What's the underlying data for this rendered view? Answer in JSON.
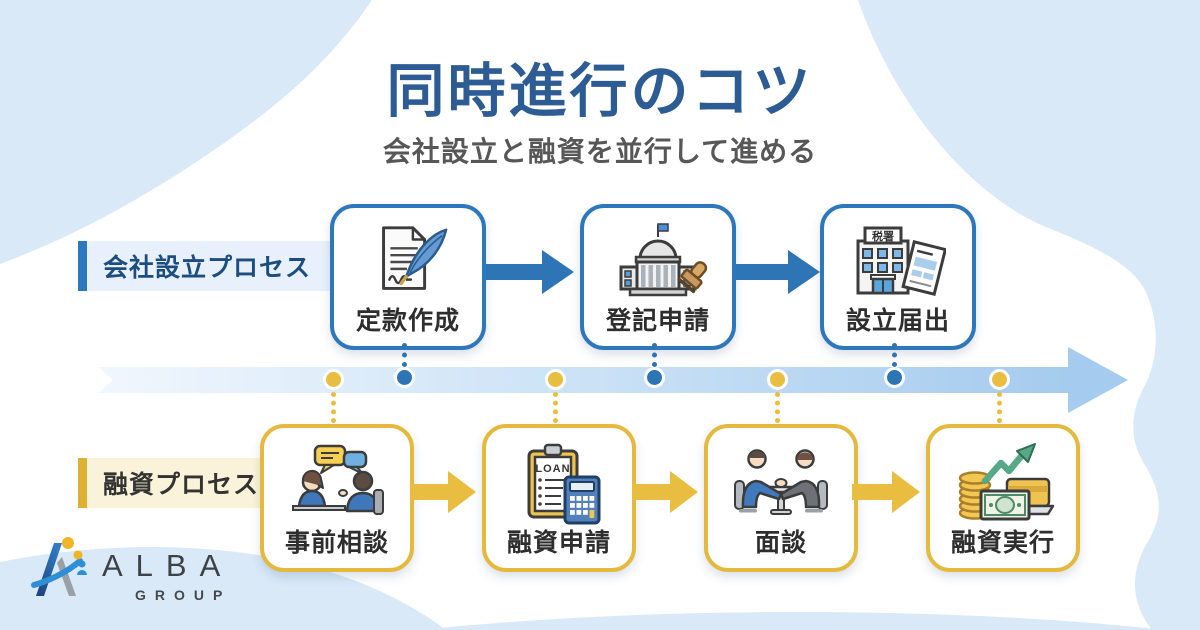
{
  "page": {
    "title": "同時進行のコツ",
    "subtitle": "会社設立と融資を並行して進める"
  },
  "company_process": {
    "label": "会社設立プロセス",
    "steps": [
      {
        "label": "定款作成",
        "icon": "articles-document-quill-icon"
      },
      {
        "label": "登記申請",
        "icon": "government-building-stamp-icon"
      },
      {
        "label": "設立届出",
        "icon": "tax-office-building-document-icon",
        "building_sign": "税署"
      }
    ]
  },
  "funding_process": {
    "label": "融資プロセス",
    "steps": [
      {
        "label": "事前相談",
        "icon": "consultation-people-icon"
      },
      {
        "label": "融資申請",
        "icon": "loan-clipboard-calculator-icon",
        "clipboard_title": "LOAN"
      },
      {
        "label": "面談",
        "icon": "interview-handshake-icon"
      },
      {
        "label": "融資実行",
        "icon": "money-growth-icon"
      }
    ]
  },
  "logo": {
    "name": "ALBA",
    "subname": "GROUP"
  },
  "colors": {
    "title_text": "#2d5c94",
    "company_accent": "#2e75b6",
    "company_border": "#2e77bd",
    "company_label_bg": "#e8f1fb",
    "funding_accent": "#e9bd3f",
    "funding_border": "#e4ba3e",
    "funding_label_bg": "#fbf3d9",
    "timeline_band": "#a5cbee",
    "background_blob": "#d9e9f8"
  }
}
